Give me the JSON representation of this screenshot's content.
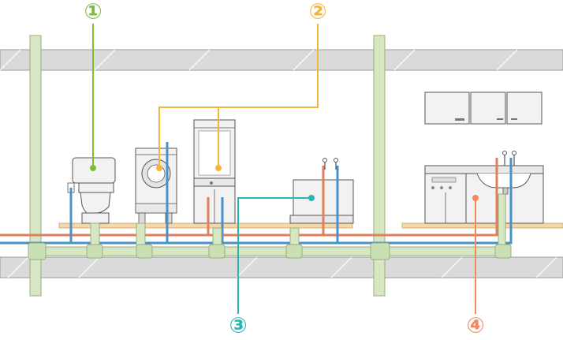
{
  "labels": [
    {
      "id": "label-1",
      "text": "①",
      "color": "#7cbd3a"
    },
    {
      "id": "label-2",
      "text": "②",
      "color": "#f3b53a"
    },
    {
      "id": "label-3",
      "text": "③",
      "color": "#2bb5b0"
    },
    {
      "id": "label-4",
      "text": "④",
      "color": "#f08a5c"
    }
  ],
  "colors": {
    "drain_pipe": "#d7e7c4",
    "drain_outline": "#95b07a",
    "water_pipe": "#4a90c8",
    "hot_pipe": "#e07f5c",
    "slab": "#d9d9d9",
    "slab_line": "#9a9a9a",
    "floor": "#f5d8a8",
    "fixture": "#f2f2f2",
    "fixture_line": "#555555"
  },
  "icons": [
    "toilet-icon",
    "washing-machine-icon",
    "vanity-icon",
    "bathtub-icon",
    "kitchen-sink-icon",
    "cabinet-icon"
  ]
}
